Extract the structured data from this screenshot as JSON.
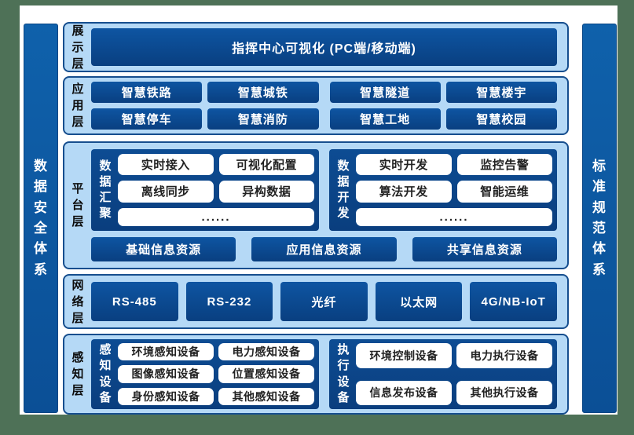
{
  "pillars": {
    "left": "数据安全体系",
    "right": "标准规范体系"
  },
  "layers": {
    "display": {
      "label": "展示层",
      "banner": "指挥中心可视化 (PC端/移动端)"
    },
    "application": {
      "label": "应用层",
      "rows": [
        [
          "智慧铁路",
          "智慧城铁",
          "智慧隧道",
          "智慧楼宇"
        ],
        [
          "智慧停车",
          "智慧消防",
          "智慧工地",
          "智慧校园"
        ]
      ]
    },
    "platform": {
      "label": "平台层",
      "groups": [
        {
          "title": "数据汇聚",
          "items": [
            "实时接入",
            "可视化配置",
            "离线同步",
            "异构数据"
          ],
          "more": "......"
        },
        {
          "title": "数据开发",
          "items": [
            "实时开发",
            "监控告警",
            "算法开发",
            "智能运维"
          ],
          "more": "......"
        }
      ],
      "resources": [
        "基础信息资源",
        "应用信息资源",
        "共享信息资源"
      ]
    },
    "network": {
      "label": "网络层",
      "items": [
        "RS-485",
        "RS-232",
        "光纤",
        "以太网",
        "4G/NB-IoT"
      ]
    },
    "perception": {
      "label": "感知层",
      "groups": [
        {
          "title": "感知设备",
          "items": [
            "环境感知设备",
            "电力感知设备",
            "图像感知设备",
            "位置感知设备",
            "身份感知设备",
            "其他感知设备"
          ]
        },
        {
          "title": "执行设备",
          "items": [
            "环境控制设备",
            "电力执行设备",
            "信息发布设备",
            "其他执行设备"
          ]
        }
      ]
    }
  },
  "colors": {
    "page_background": "#4e7157",
    "canvas_background": "#ffffff",
    "pillar_blue": "#0c5aa0",
    "panel_light_blue": "#b5d9f6",
    "panel_border_blue": "#164e8e",
    "box_dark_blue": "#0b4b91",
    "white_box_text": "#222222"
  }
}
